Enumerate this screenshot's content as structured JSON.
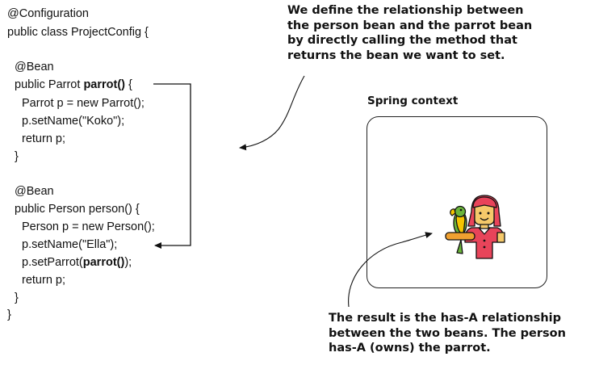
{
  "code": {
    "l01": "@Configuration",
    "l02": "public class ProjectConfig {",
    "l03": "@Bean",
    "l04_pre": "public Parrot ",
    "l04_bold": "parrot()",
    "l04_post": " {",
    "l05": "Parrot p = new Parrot();",
    "l06": "p.setName(\"Koko\");",
    "l07": "return p;",
    "l08": "}",
    "l09": "@Bean",
    "l10": "public Person person() {",
    "l11": "Person p = new Person();",
    "l12": "p.setName(\"Ella\");",
    "l13_pre": "p.setParrot(",
    "l13_bold": "parrot()",
    "l13_post": ");",
    "l14": "return p;",
    "l15": "}",
    "l16": "}"
  },
  "callouts": {
    "top": "We define the relationship between\nthe person bean and the parrot bean\nby directly calling the method that\nreturns the bean we want to set.",
    "bottom": "The result is the has-A relationship\nbetween the two beans. The person\nhas-A (owns) the parrot."
  },
  "context": {
    "title": "Spring context"
  },
  "icons": [
    "parrot-icon",
    "person-icon"
  ],
  "colors": {
    "ink": "#111111",
    "parrot_green": "#6bb53a",
    "parrot_yellow": "#f5c400",
    "shirt_red": "#e8445a",
    "skin": "#f5c96a",
    "hair": "#e8445a",
    "perch": "#f0a030"
  }
}
